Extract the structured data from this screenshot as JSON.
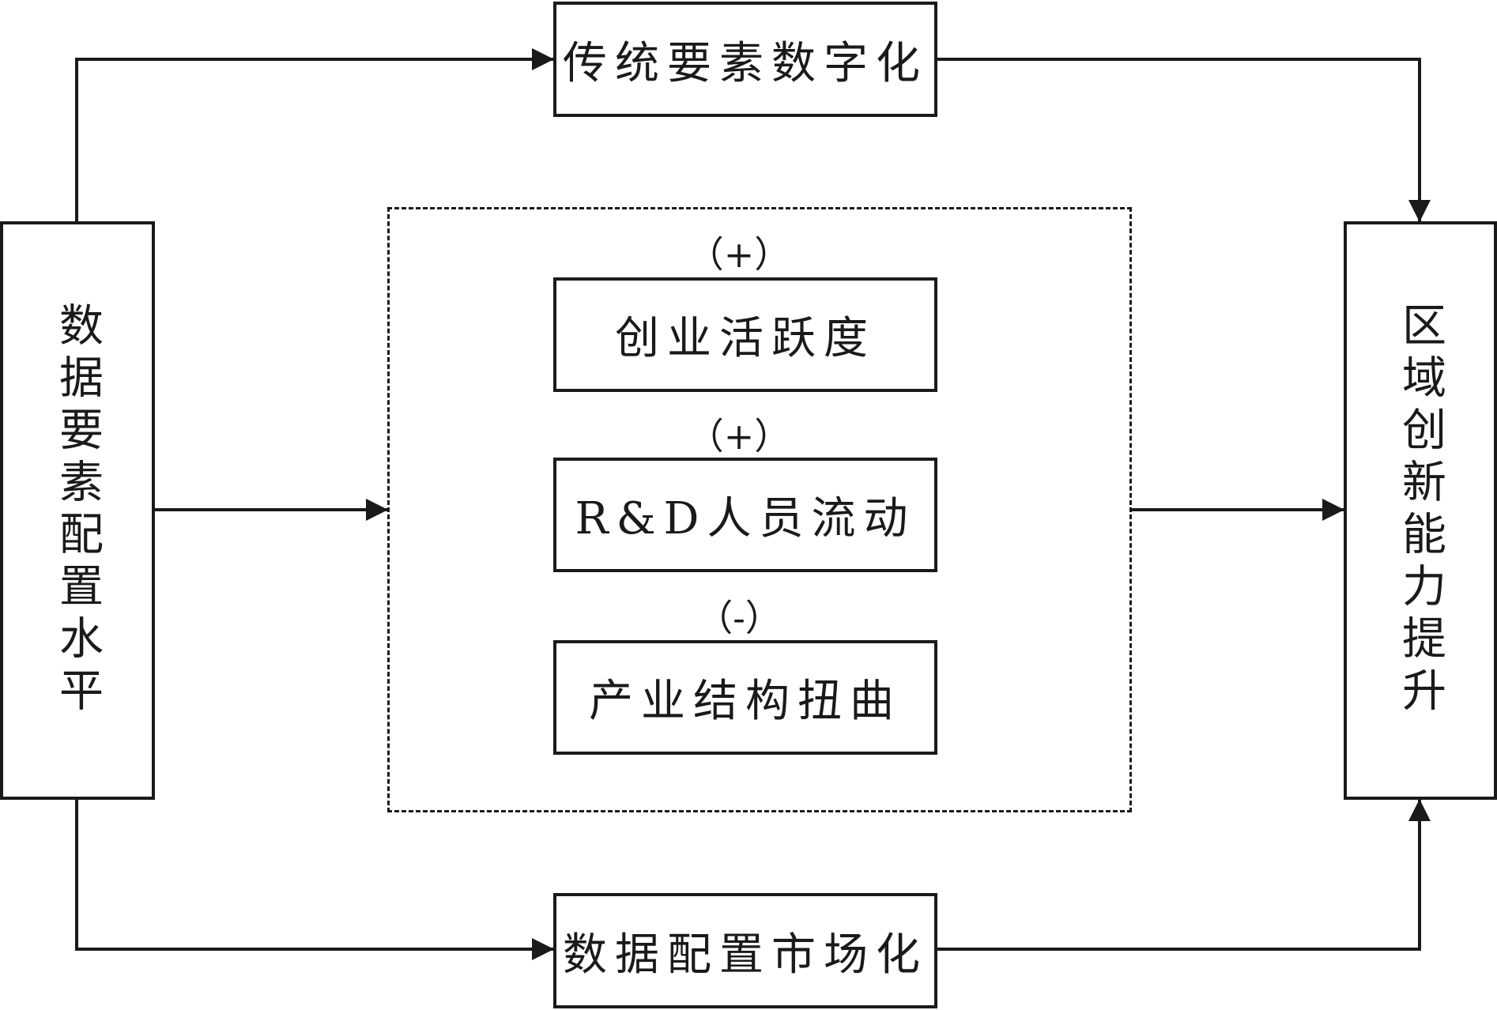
{
  "nodes": {
    "source": "数据要素配置水平",
    "digitalization": "传统要素数字化",
    "marketization": "数据配置市场化",
    "entrepreneurship": "创业活跃度",
    "rd_mobility": "R&D人员流动",
    "distortion": "产业结构扭曲",
    "target": "区域创新能力提升"
  },
  "effects": {
    "entrepreneurship": "（+）",
    "rd_mobility": "（+）",
    "distortion": "（-）"
  },
  "colors": {
    "stroke": "#1a1a1a",
    "background": "#ffffff"
  }
}
